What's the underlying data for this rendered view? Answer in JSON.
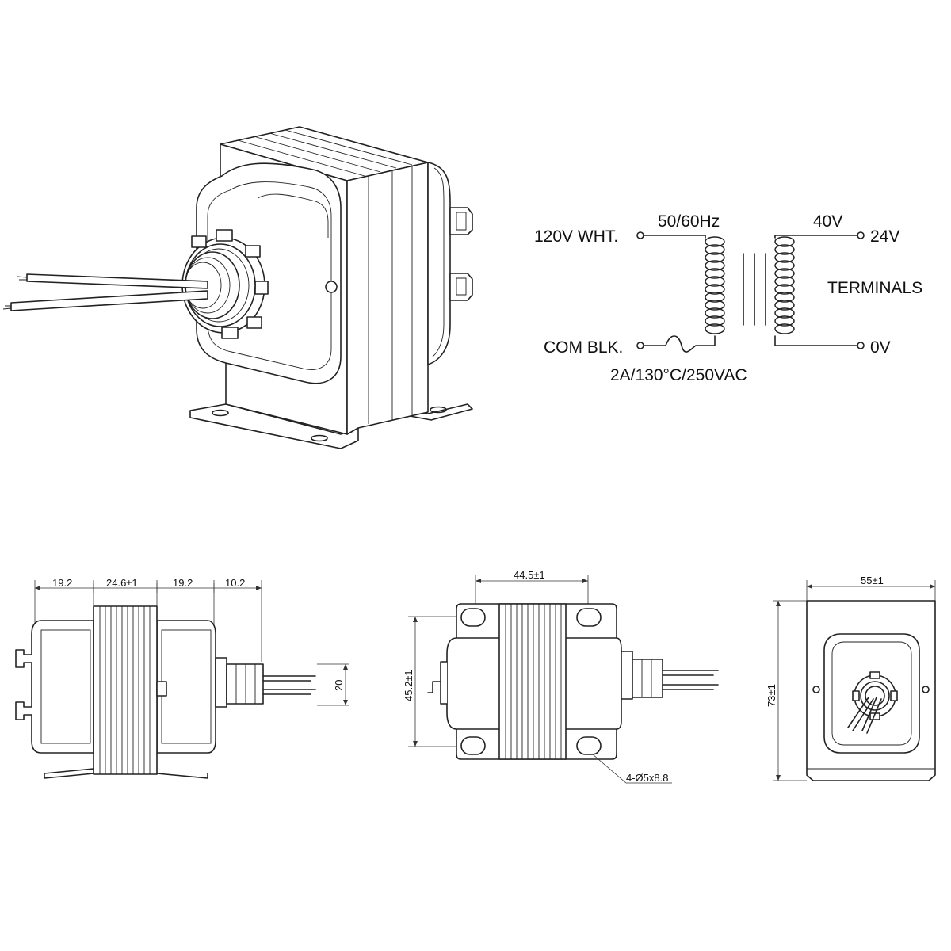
{
  "schematic": {
    "primary_top": "120V WHT.",
    "primary_bottom": "COM BLK.",
    "frequency": "50/60Hz",
    "rating": "2A/130°C/250VAC",
    "secondary_voltage": "40V",
    "secondary_top": "24V",
    "secondary_bottom": "0V",
    "terminals": "TERMINALS"
  },
  "dims_side": [
    "19.2",
    "24.6±1",
    "19.2",
    "10.2"
  ],
  "dim_lead": "20",
  "dims_front": {
    "width": "44.5±1",
    "height": "45.2±1",
    "holes": "4-Ø5x8.8"
  },
  "dims_end": {
    "width": "55±1",
    "height": "73±1"
  }
}
